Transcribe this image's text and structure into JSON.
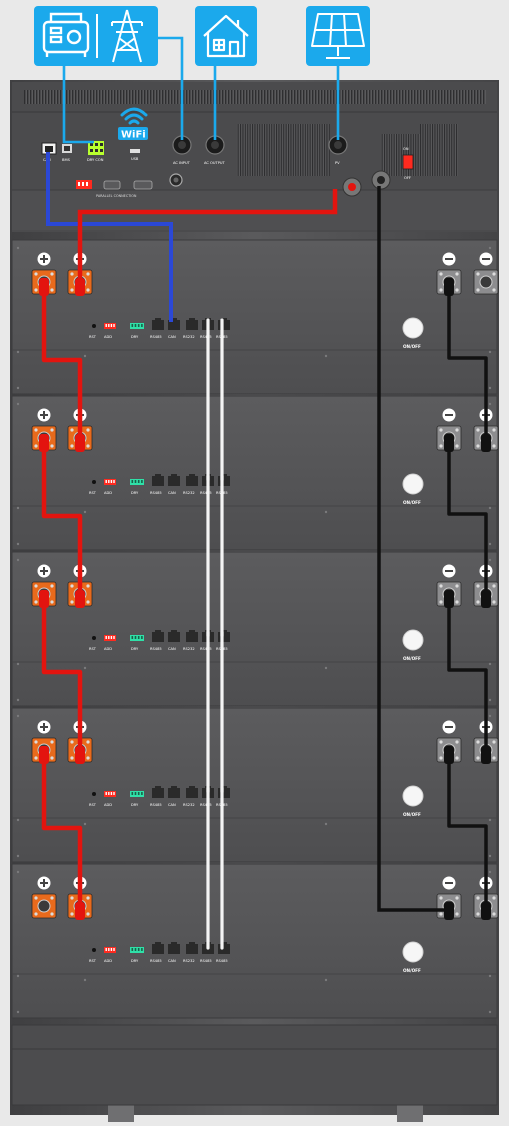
{
  "colors": {
    "accent_blue": "#1ba9ec",
    "cabinet_dark": "#4a4a4c",
    "cabinet_mid": "#58585a",
    "cable_positive": "#e3140f",
    "cable_negative": "#111111",
    "cable_communication_blue": "#2b48d6",
    "cable_link_white": "#f4f4f4",
    "terminal_orange": "#e86a1c",
    "terminal_gray": "#8d8d8f",
    "dry_contact_green": "#b8ff2e",
    "switch_red": "#ff2a1f"
  },
  "icons": [
    "generator-icon",
    "grid-tower-icon",
    "house-icon",
    "solar-panel-icon",
    "wifi-icon"
  ],
  "inverter": {
    "wifi_label": "WiFi",
    "port_labels": {
      "comm": "CAN",
      "port2": "BMS",
      "dry": "DRY CON",
      "usb": "USB",
      "ac_input": "AC INPUT",
      "ac_output": "AC OUTPUT",
      "pv": "PV",
      "switch_on": "ON",
      "switch_off": "OFF",
      "parallel": "PARALLEL CONNECTION"
    }
  },
  "battery": {
    "module_count": 5,
    "labels": {
      "rst": "RST",
      "add": "ADD",
      "dry": "DRY",
      "rs485": "RS485",
      "can": "CAN",
      "rs232": "RS232",
      "onoff": "ON/OFF"
    }
  }
}
